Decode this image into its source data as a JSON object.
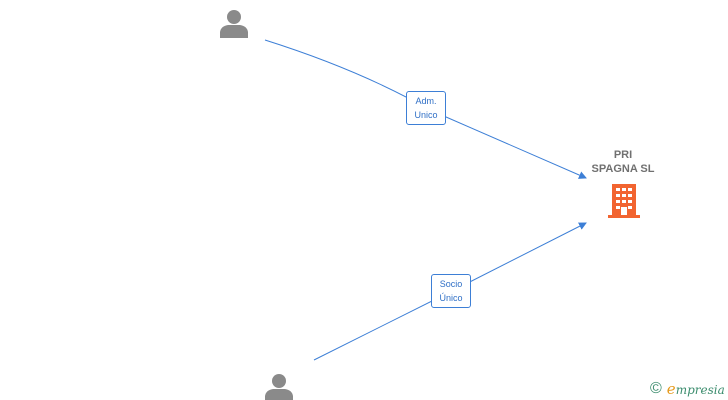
{
  "nodes": {
    "company": {
      "name_line1": "PRI",
      "name_line2": "SPAGNA  SL",
      "icon": "building-icon",
      "color": "#f26430"
    },
    "person_top": {
      "icon": "person-icon",
      "color": "#8a8a8a"
    },
    "person_bottom": {
      "icon": "person-icon",
      "color": "#8a8a8a"
    }
  },
  "edges": [
    {
      "from": "person_top",
      "to": "company",
      "label_line1": "Adm.",
      "label_line2": "Unico"
    },
    {
      "from": "person_bottom",
      "to": "company",
      "label_line1": "Socio",
      "label_line2": "Único"
    }
  ],
  "edge_color": "#3d7fd6",
  "footer": {
    "copyright_symbol": "©",
    "brand_initial": "e",
    "brand_rest": "mpresia"
  }
}
